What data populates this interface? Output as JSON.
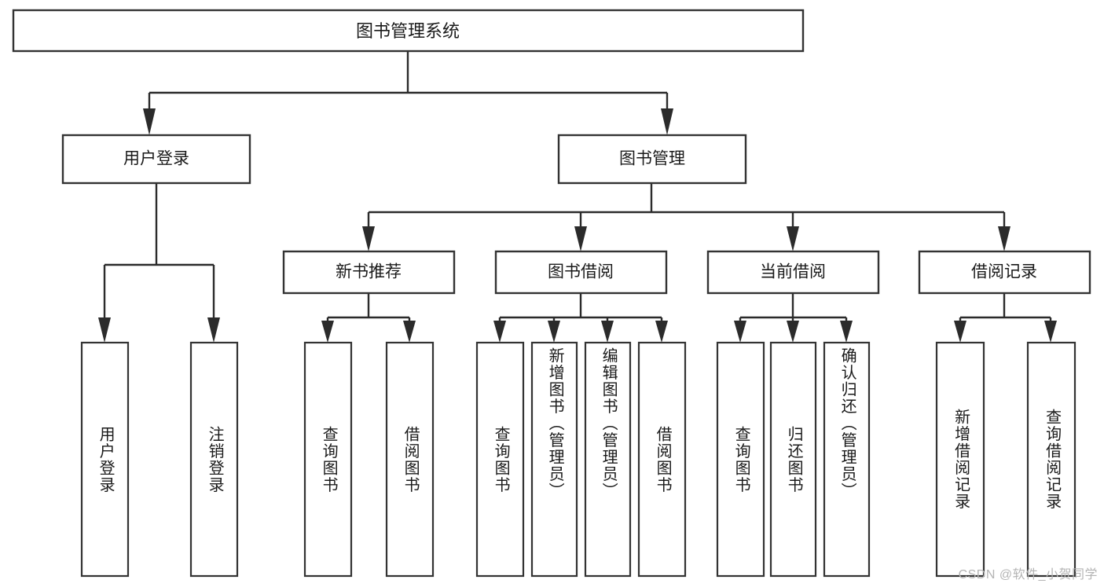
{
  "diagram": {
    "type": "tree-hierarchy",
    "title": "图书管理系统",
    "root": {
      "id": "root",
      "label": "图书管理系统",
      "orientation": "horizontal"
    },
    "level2": [
      {
        "id": "user-login",
        "label": "用户登录",
        "orientation": "horizontal"
      },
      {
        "id": "book-manage",
        "label": "图书管理",
        "orientation": "horizontal"
      }
    ],
    "level3": [
      {
        "id": "new-book-recommend",
        "label": "新书推荐",
        "parent": "book-manage",
        "orientation": "horizontal"
      },
      {
        "id": "book-borrow",
        "label": "图书借阅",
        "parent": "book-manage",
        "orientation": "horizontal"
      },
      {
        "id": "current-borrow",
        "label": "当前借阅",
        "parent": "book-manage",
        "orientation": "horizontal"
      },
      {
        "id": "borrow-record",
        "label": "借阅记录",
        "parent": "book-manage",
        "orientation": "horizontal"
      }
    ],
    "leaves": [
      {
        "id": "leaf-user-login",
        "label": "用户登录",
        "parent": "user-login",
        "orientation": "vertical"
      },
      {
        "id": "leaf-logout-login",
        "label": "注销登录",
        "parent": "user-login",
        "orientation": "vertical"
      },
      {
        "id": "leaf-query-book-1",
        "label": "查询图书",
        "parent": "new-book-recommend",
        "orientation": "vertical"
      },
      {
        "id": "leaf-borrow-book-1",
        "label": "借阅图书",
        "parent": "new-book-recommend",
        "orientation": "vertical"
      },
      {
        "id": "leaf-query-book-2",
        "label": "查询图书",
        "parent": "book-borrow",
        "orientation": "vertical"
      },
      {
        "id": "leaf-add-book",
        "label": "新增图书（管理员）",
        "parent": "book-borrow",
        "orientation": "vertical"
      },
      {
        "id": "leaf-edit-book",
        "label": "编辑图书（管理员）",
        "parent": "book-borrow",
        "orientation": "vertical"
      },
      {
        "id": "leaf-borrow-book-2",
        "label": "借阅图书",
        "parent": "book-borrow",
        "orientation": "vertical"
      },
      {
        "id": "leaf-query-book-3",
        "label": "查询图书",
        "parent": "current-borrow",
        "orientation": "vertical"
      },
      {
        "id": "leaf-return-book",
        "label": "归还图书",
        "parent": "current-borrow",
        "orientation": "vertical"
      },
      {
        "id": "leaf-confirm-return",
        "label": "确认归还（管理员）",
        "parent": "current-borrow",
        "orientation": "vertical"
      },
      {
        "id": "leaf-add-record",
        "label": "新增借阅记录",
        "parent": "borrow-record",
        "orientation": "vertical"
      },
      {
        "id": "leaf-query-record",
        "label": "查询借阅记录",
        "parent": "borrow-record",
        "orientation": "vertical"
      }
    ]
  },
  "watermark": {
    "text": "CSDN @软件_小贺同学"
  },
  "colors": {
    "background": "#ffffff",
    "box_fill": "#ffffff",
    "box_stroke": "#333333",
    "connector": "#2b2b2b",
    "text": "#1a1a1a",
    "watermark": "#b4b4b4"
  }
}
